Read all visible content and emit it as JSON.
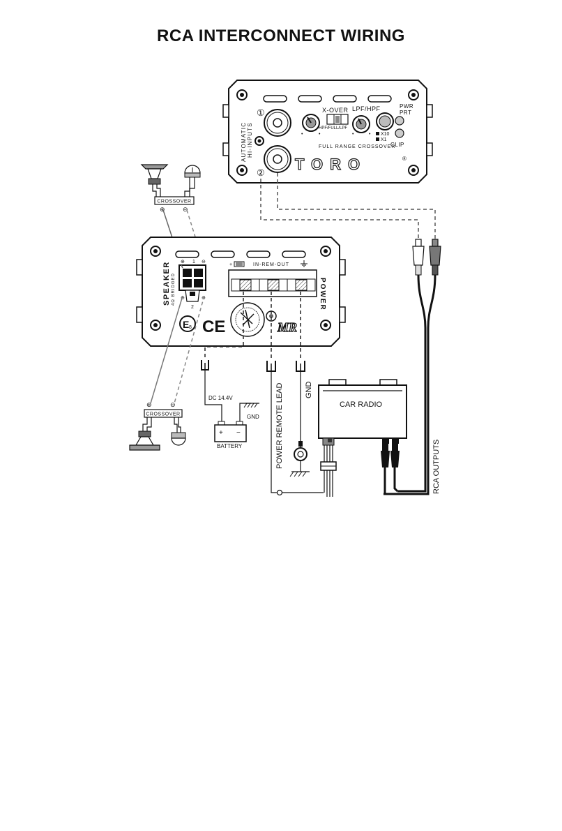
{
  "title": "RCA INTERCONNECT WIRING",
  "top_amp": {
    "input_label_1": "AUTOMATIC",
    "input_label_2": "HI-INPUTS",
    "input_1": "①",
    "input_2": "②",
    "xover_label": "X-OVER",
    "xover_modes": "HPF/FULL/LPF",
    "lpf_hpf_label": "LPF/HPF",
    "pwr_label": "PWR",
    "prt_label": "PRT",
    "clip_label": "CLIP",
    "x10_label": "X10",
    "x1_label": "X1",
    "full_range_label": "FULL RANGE CROSSOVER",
    "brand": "TORO",
    "registered": "®"
  },
  "bottom_amp": {
    "speaker_label": "SPEAKER",
    "bridged_label": "4Ω BRIDGED",
    "term_1": "1",
    "term_2": "2",
    "plus": "⊕",
    "minus": "⊖",
    "terminal_label": "IN-REM-OUT",
    "fuse_label": "+",
    "power_label": "POWER",
    "ce_mark": "CE",
    "e_mark": "E",
    "e_mark_num": "8",
    "mr_logo": "MR"
  },
  "crossover_top": {
    "label": "CROSSOVER",
    "plus": "⊕",
    "minus": "⊖"
  },
  "crossover_bottom": {
    "label": "CROSSOVER",
    "plus": "⊕",
    "minus": "⊖"
  },
  "dc_label": "DC 14.4V",
  "gnd_label_battery": "GND",
  "battery": {
    "label": "BATTERY",
    "plus": "+",
    "minus": "−"
  },
  "power_remote_lead": "POWER REMOTE LEAD",
  "gnd_label_vertical": "GND",
  "car_radio": "CAR RADIO",
  "rca_outputs": "RCA OUTPUTS"
}
